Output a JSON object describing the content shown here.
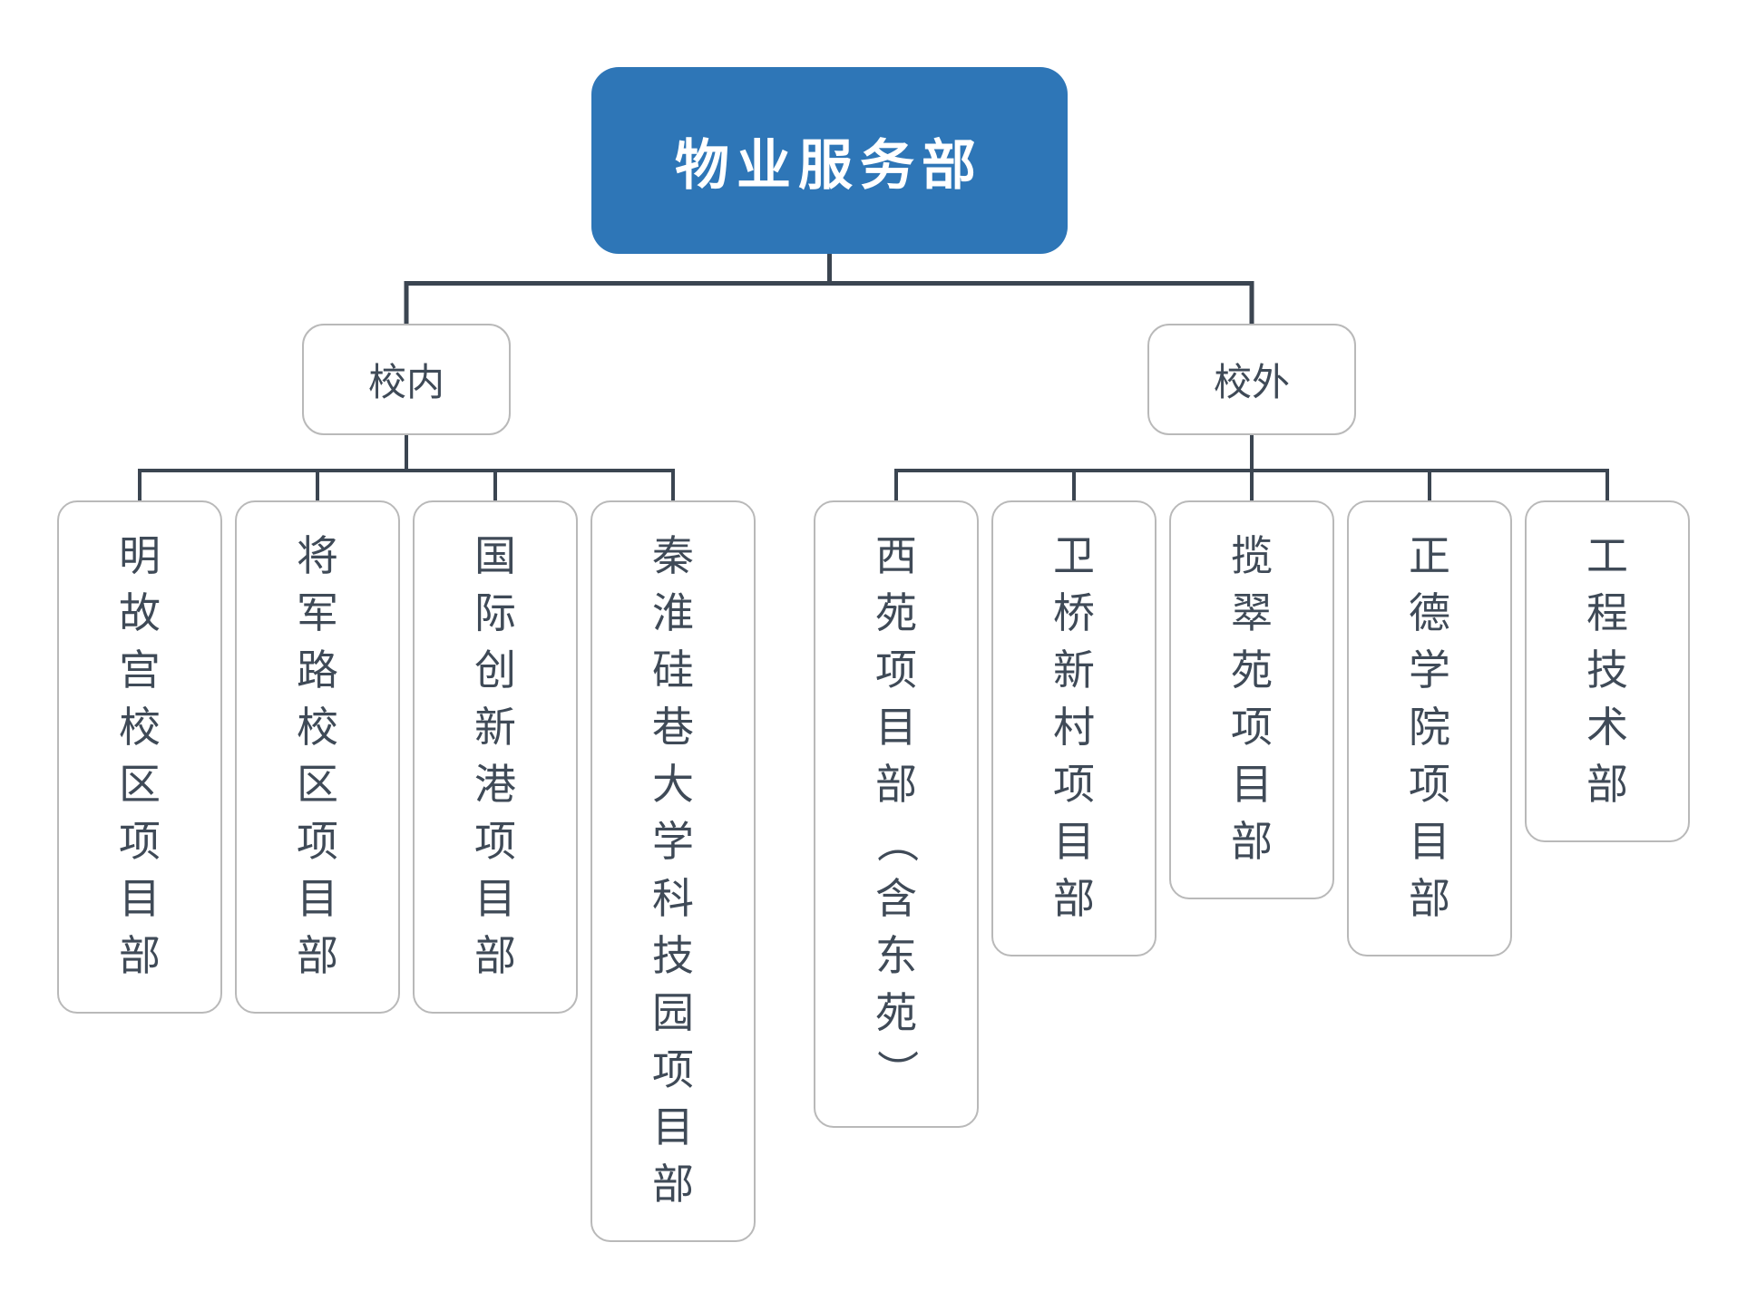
{
  "org_chart": {
    "root": {
      "label": "物业服务部"
    },
    "branches": [
      {
        "id": "on-campus",
        "label": "校内",
        "children": [
          {
            "label": "明故宫校区项目部"
          },
          {
            "label": "将军路校区项目部"
          },
          {
            "label": "国际创新港项目部"
          },
          {
            "label": "秦淮硅巷大学科技园项目部"
          }
        ]
      },
      {
        "id": "off-campus",
        "label": "校外",
        "children": [
          {
            "label": "西苑项目部（含东苑）"
          },
          {
            "label": "卫桥新村项目部"
          },
          {
            "label": "揽翠苑项目部"
          },
          {
            "label": "正德学院项目部"
          },
          {
            "label": "工程技术部"
          }
        ]
      }
    ],
    "colors": {
      "background": "#ffffff",
      "root_fill": "#2e76b7",
      "root_text": "#ffffff",
      "node_border": "#b9b9b9",
      "node_fill": "#ffffff",
      "node_text": "#3f4a57",
      "connector": "#3b4551"
    }
  }
}
